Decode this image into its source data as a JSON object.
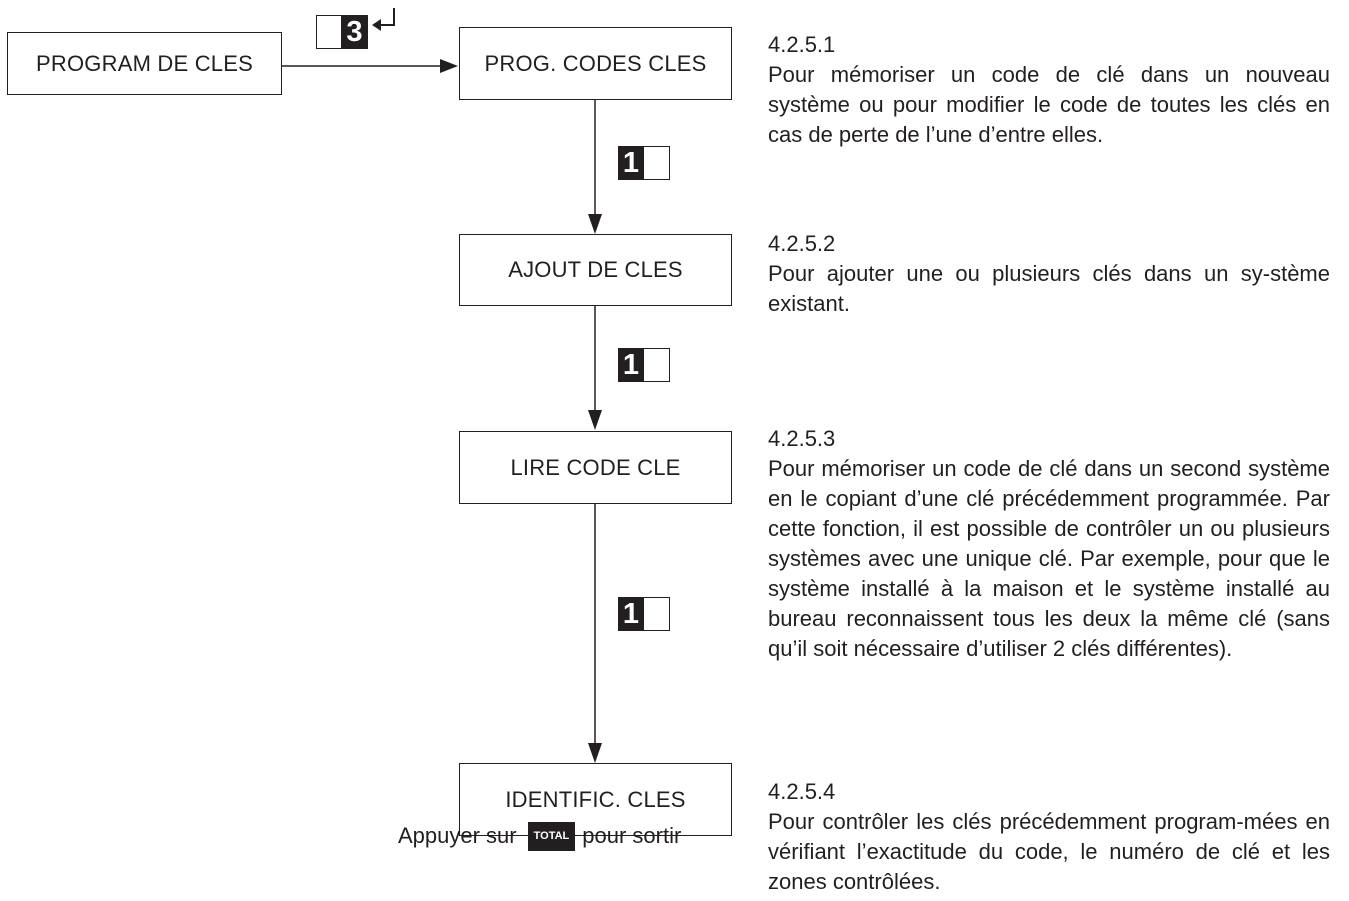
{
  "diagram": {
    "root_box": "PROGRAM DE CLES",
    "menu_boxes": [
      "PROG. CODES CLES",
      "AJOUT DE CLES",
      "LIRE CODE CLE",
      "IDENTIFIC. CLES"
    ],
    "enter_keypad": {
      "left": "",
      "right": "3",
      "icon": "enter-return-icon"
    },
    "step_keypads": [
      {
        "left": "1",
        "right": ""
      },
      {
        "left": "1",
        "right": ""
      },
      {
        "left": "1",
        "right": ""
      }
    ],
    "exit": {
      "prefix": "Appuyer sur",
      "key_label": "TOTAL",
      "suffix": "pour sortir"
    }
  },
  "notes": [
    {
      "number": "4.2.5.1",
      "text": "Pour mémoriser un code de clé dans un nouveau système ou pour modifier le code de toutes les clés en cas de perte de l’une d’entre elles."
    },
    {
      "number": "4.2.5.2",
      "text": "Pour ajouter une ou plusieurs clés dans un sy-stème existant."
    },
    {
      "number": "4.2.5.3",
      "text": "Pour mémoriser un code de clé dans un second système en le copiant d’une clé précédemment programmée. Par cette fonction, il est possible de contrôler un ou plusieurs systèmes avec une unique clé. Par exemple, pour que le système installé à la maison et le système installé au bureau reconnaissent tous les deux la même clé (sans qu’il soit nécessaire d’utiliser 2 clés différentes)."
    },
    {
      "number": "4.2.5.4",
      "text": "Pour contrôler les clés précédemment program-mées en vérifiant l’exactitude du code, le numéro de clé et les zones contrôlées."
    }
  ],
  "colors": {
    "ink": "#231f20",
    "background": "#ffffff"
  }
}
